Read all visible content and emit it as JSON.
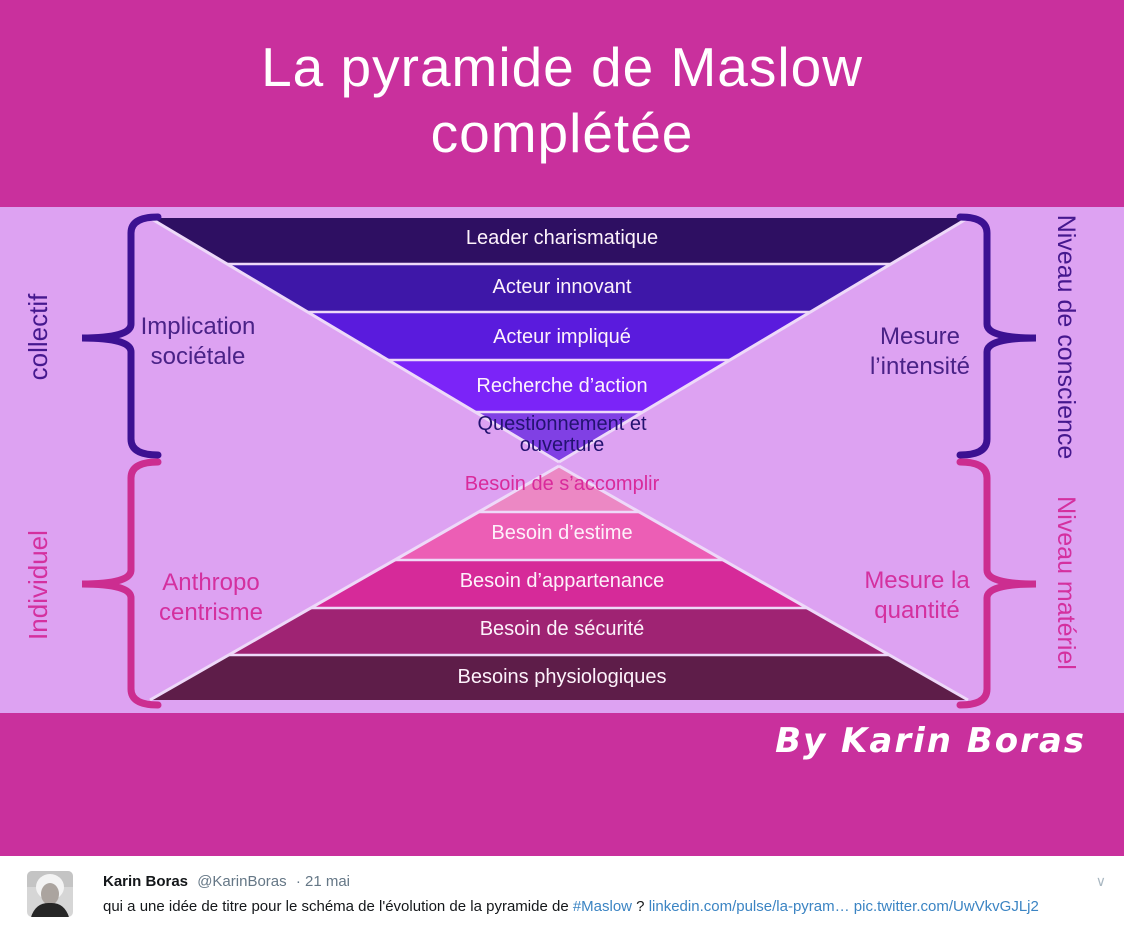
{
  "title": {
    "line1": "La pyramide de Maslow",
    "line2": "complétée"
  },
  "credit": "By Karin Boras",
  "palette": {
    "band_magenta": "#c9309d",
    "lavender": "#dda2f2",
    "brace_purple": "#3c1192",
    "brace_magenta": "#cc2d90",
    "purple_label": "#4a2287",
    "magenta_label": "#d4309f",
    "questionnement_text": "#231270",
    "accomplir_text": "#d92a9b",
    "band_text": "#fdf2fb",
    "separator": "#eed9f9",
    "link_blue": "#3b84c3",
    "tweet_text": "#14171a",
    "tweet_gray": "#657786"
  },
  "pyramid_top": {
    "outer_left_label": "collectif",
    "inner_left_label": "Implication\nsociétale",
    "inner_right_label": "Mesure\nl’intensité",
    "outer_right_label": "Niveau de conscience",
    "levels": [
      {
        "label": "Leader charismatique",
        "color": "#2e0f62"
      },
      {
        "label": "Acteur innovant",
        "color": "#3e17a8"
      },
      {
        "label": "Acteur impliqué",
        "color": "#5a1bdd"
      },
      {
        "label": "Recherche d’action",
        "color": "#7b24f8"
      },
      {
        "label": "Questionnement et\nouverture",
        "color": "#8040e4"
      }
    ]
  },
  "pyramid_bottom": {
    "outer_left_label": "Individuel",
    "inner_left_label": "Anthropo\ncentrisme",
    "inner_right_label": "Mesure la\nquantité",
    "outer_right_label": "Niveau matériel",
    "levels": [
      {
        "label": "Besoin de s’accomplir",
        "color": "#ec88c4"
      },
      {
        "label": "Besoin d’estime",
        "color": "#ec5eb5"
      },
      {
        "label": "Besoin d’appartenance",
        "color": "#d62a99"
      },
      {
        "label": "Besoin de sécurité",
        "color": "#9f2373"
      },
      {
        "label": "Besoins physiologiques",
        "color": "#5e1d49"
      }
    ]
  },
  "tweet": {
    "name": "Karin Boras",
    "handle": "@KarinBoras",
    "date": "· 21 mai",
    "text_before": "qui a une idée de titre pour le schéma de l'évolution de la pyramide de ",
    "hashtag": "#Maslow",
    "text_middle": " ? ",
    "link1": "linkedin.com/pulse/la-pyram…",
    "link2": "pic.twitter.com/UwVkvGJLj2",
    "chevron": "∨"
  }
}
